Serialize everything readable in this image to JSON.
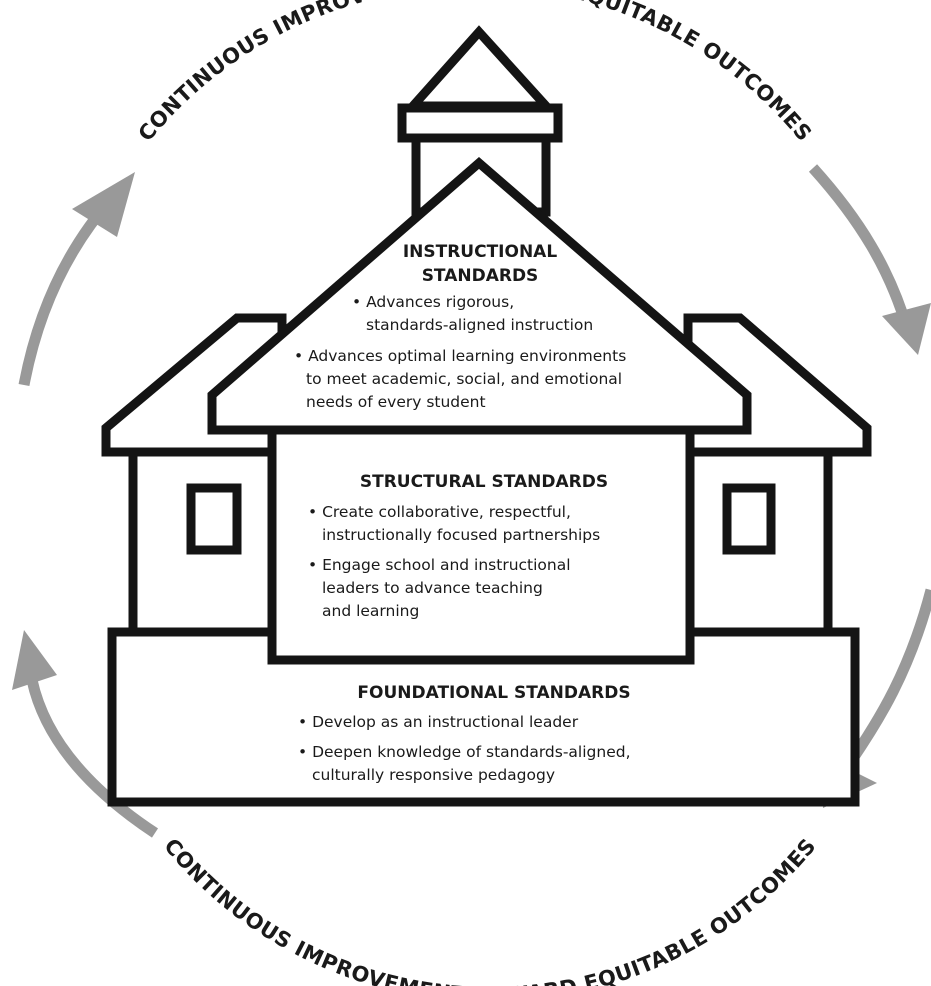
{
  "arc_text": {
    "top": "CONTINUOUS IMPROVEMENT TOWARD EQUITABLE OUTCOMES",
    "bottom": "CONTINUOUS IMPROVEMENT TOWARD EQUITABLE OUTCOMES"
  },
  "instructional": {
    "title_line1": "INSTRUCTIONAL",
    "title_line2": "STANDARDS",
    "b1_line1": "• Advances rigorous,",
    "b1_line2": "standards-aligned instruction",
    "b2_line1": "• Advances optimal learning environments",
    "b2_line2": "to meet academic, social, and emotional",
    "b2_line3": "needs of every student"
  },
  "structural": {
    "title": "STRUCTURAL STANDARDS",
    "b1_line1": "• Create collaborative, respectful,",
    "b1_line2": "instructionally focused partnerships",
    "b2_line1": "• Engage school and instructional",
    "b2_line2": "leaders to advance teaching",
    "b2_line3": "and learning"
  },
  "foundational": {
    "title": "FOUNDATIONAL STANDARDS",
    "b1": "• Develop as an instructional leader",
    "b2_line1": "• Deepen knowledge of standards-aligned,",
    "b2_line2": "culturally responsive pedagogy"
  },
  "colors": {
    "outline": "#141414",
    "arrow": "#999999",
    "background": "#ffffff"
  }
}
